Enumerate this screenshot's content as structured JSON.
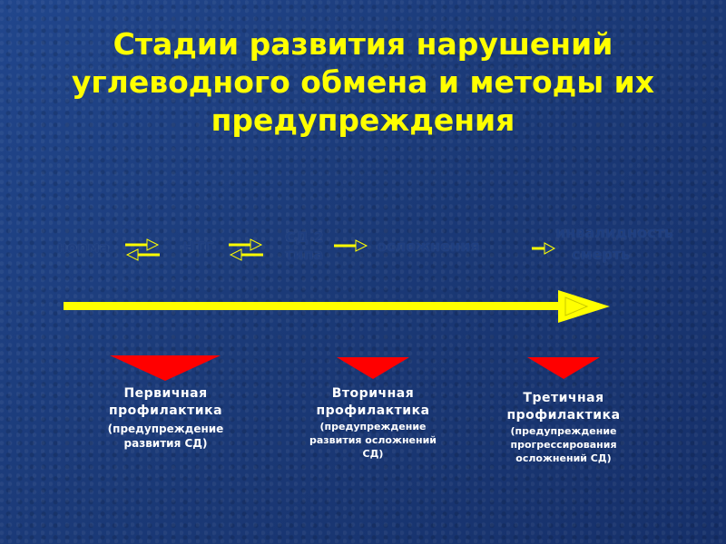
{
  "title": "Стадии развития нарушений углеводного обмена и методы их предупреждения",
  "stages": [
    {
      "label": "норма"
    },
    {
      "label": "НТГ"
    },
    {
      "label": "СД 2 типа"
    },
    {
      "label": "осложнения"
    },
    {
      "label": "инвалидность"
    },
    {
      "label": "смерть"
    }
  ],
  "prevention": [
    {
      "name": "Первичная профилактика",
      "desc": "(предупреждение развития СД)"
    },
    {
      "name": "Вторичная профилактика",
      "desc": "(предупреждение развития осложнений СД)"
    },
    {
      "name": "Третичная профилактика",
      "desc": "(предупреждение прогрессирования осложнений СД)"
    }
  ],
  "colors": {
    "title": "#ffff00",
    "arrow": "#ffff00",
    "marker": "#ff0000",
    "stage_text": "#1f3f80",
    "body_text": "#ffffff"
  }
}
